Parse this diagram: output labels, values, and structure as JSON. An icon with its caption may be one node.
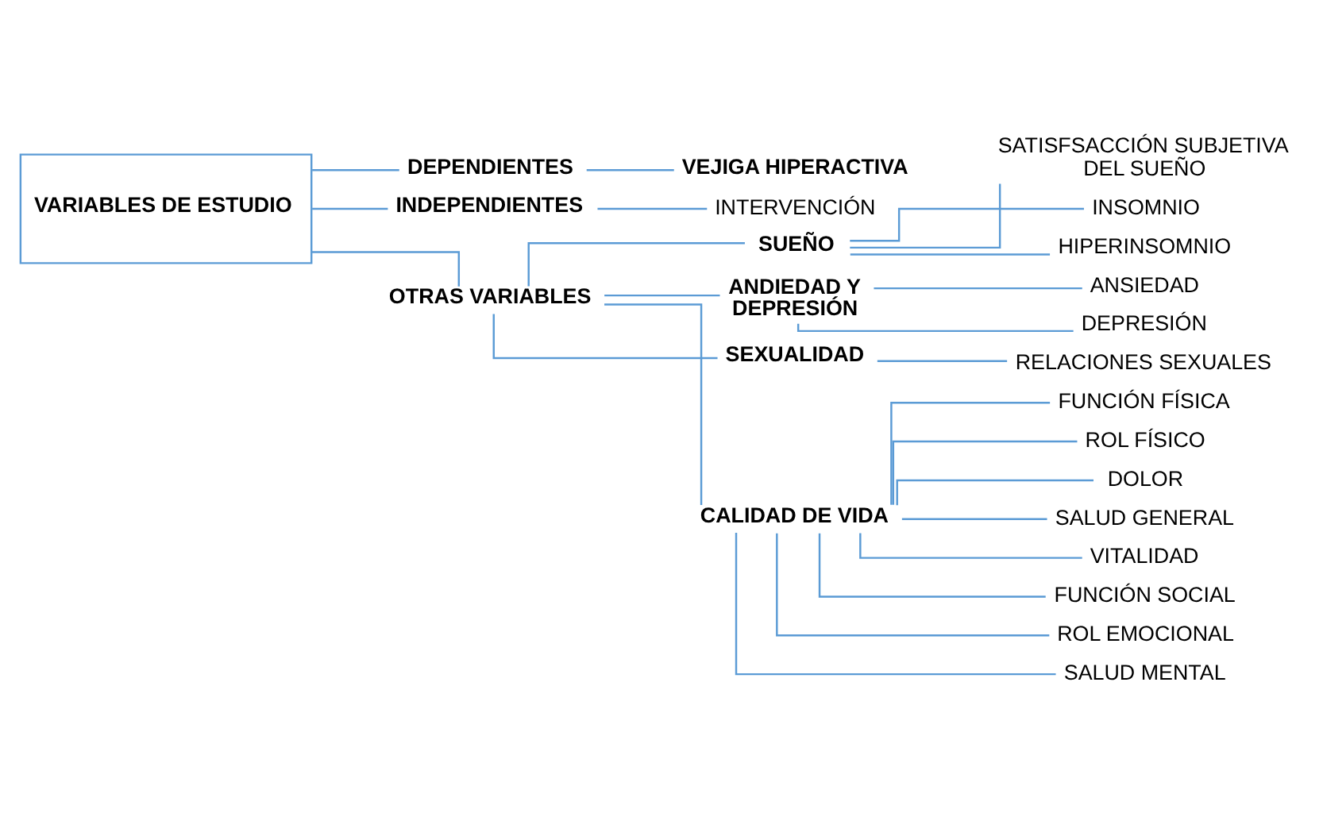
{
  "diagram": {
    "nodes": [
      {
        "text": [
          "VARIABLES DE ESTUDIO"
        ]
      },
      {
        "text": [
          "DEPENDIENTES"
        ]
      },
      {
        "text": [
          "VEJIGA HIPERACTIVA"
        ]
      },
      {
        "text": [
          "INDEPENDIENTES"
        ]
      },
      {
        "text": [
          "INTERVENCIÓN"
        ]
      },
      {
        "text": [
          "OTRAS VARIABLES"
        ]
      },
      {
        "text": [
          "SUEÑO"
        ]
      },
      {
        "text": [
          "SATISFSACCIÓN SUBJETIVA DEL SUEÑO"
        ]
      },
      {
        "text": [
          "INSOMNIO"
        ]
      },
      {
        "text": [
          "HIPERINSOMNIO"
        ]
      },
      {
        "text": [
          "ANDIEDAD Y DEPRESIÓN"
        ]
      },
      {
        "text": [
          "ANSIEDAD"
        ]
      },
      {
        "text": [
          "DEPRESIÓN"
        ]
      },
      {
        "text": [
          "SEXUALIDAD"
        ]
      },
      {
        "text": [
          "RELACIONES SEXUALES"
        ]
      },
      {
        "text": [
          "CALIDAD DE VIDA"
        ]
      },
      {
        "text": [
          "FUNCIÓN FÍSICA"
        ]
      },
      {
        "text": [
          "ROL FÍSICO"
        ]
      },
      {
        "text": [
          "DOLOR"
        ]
      },
      {
        "text": [
          "SALUD GENERAL"
        ]
      },
      {
        "text": [
          "VITALIDAD"
        ]
      },
      {
        "text": [
          "FUNCIÓN SOCIAL"
        ]
      },
      {
        "text": [
          "ROL EMOCIONAL"
        ]
      },
      {
        "text": [
          "SALUD MENTAL"
        ]
      }
    ],
    "edges": [
      {
        "from": 0,
        "to": 1,
        "arrow": "none"
      },
      {
        "from": 0,
        "to": 3,
        "arrow": "none"
      },
      {
        "from": 0,
        "to": 5,
        "arrow": "none"
      },
      {
        "from": 1,
        "to": 2,
        "arrow": "none"
      },
      {
        "from": 3,
        "to": 4,
        "arrow": "none"
      },
      {
        "from": 5,
        "to": 6,
        "arrow": "none"
      },
      {
        "from": 5,
        "to": 10,
        "arrow": "none"
      },
      {
        "from": 5,
        "to": 13,
        "arrow": "none"
      },
      {
        "from": 5,
        "to": 15,
        "arrow": "none"
      },
      {
        "from": 6,
        "to": 7,
        "arrow": "none"
      },
      {
        "from": 6,
        "to": 8,
        "arrow": "none"
      },
      {
        "from": 6,
        "to": 9,
        "arrow": "none"
      },
      {
        "from": 10,
        "to": 11,
        "arrow": "none"
      },
      {
        "from": 10,
        "to": 12,
        "arrow": "none"
      },
      {
        "from": 13,
        "to": 14,
        "arrow": "none"
      },
      {
        "from": 15,
        "to": 16,
        "arrow": "none"
      },
      {
        "from": 15,
        "to": 17,
        "arrow": "none"
      },
      {
        "from": 15,
        "to": 18,
        "arrow": "none"
      },
      {
        "from": 15,
        "to": 19,
        "arrow": "none"
      },
      {
        "from": 15,
        "to": 20,
        "arrow": "none"
      },
      {
        "from": 15,
        "to": 21,
        "arrow": "none"
      },
      {
        "from": 15,
        "to": 22,
        "arrow": "none"
      },
      {
        "from": 15,
        "to": 23,
        "arrow": "none"
      }
    ]
  }
}
